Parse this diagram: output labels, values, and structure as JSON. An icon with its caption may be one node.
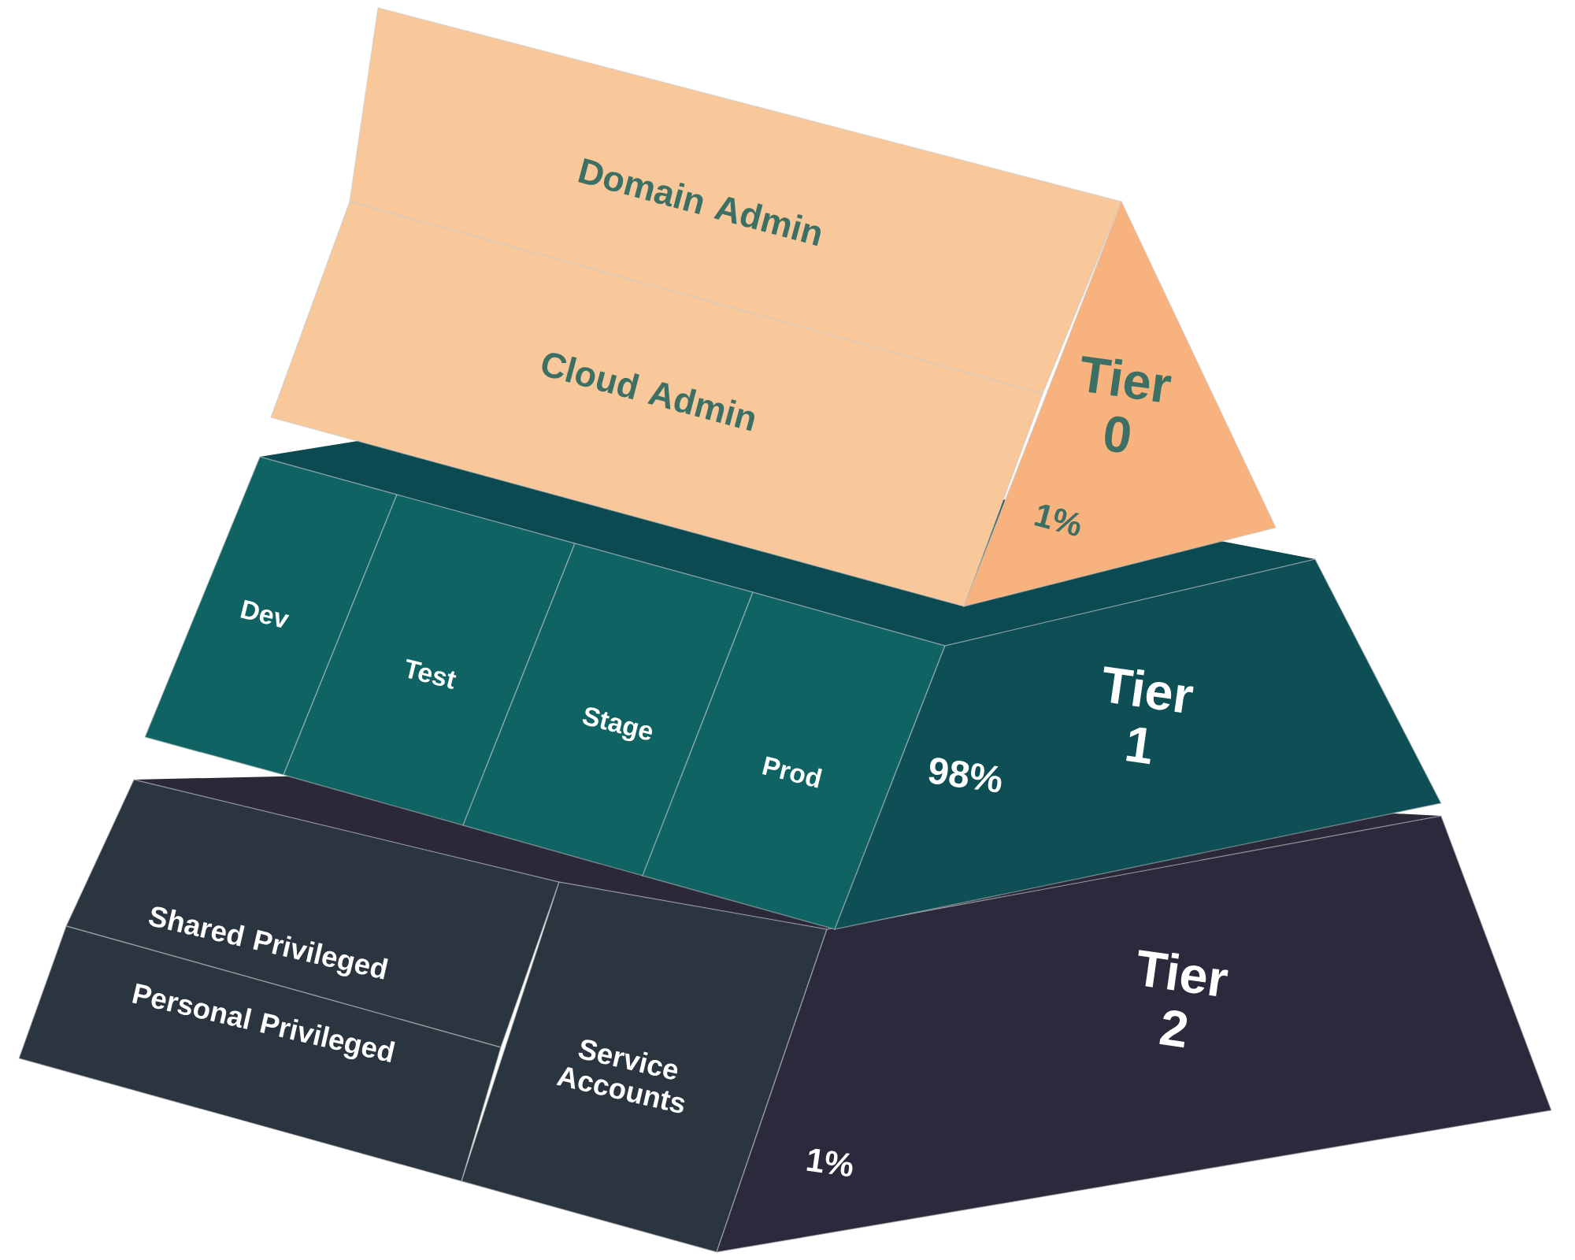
{
  "diagram": {
    "nodes": [
      {
        "text": [
          "Domain Admin"
        ]
      },
      {
        "text": [
          "Cloud Admin"
        ]
      },
      {
        "text": [
          "Tier 0",
          "1%"
        ]
      },
      {
        "text": [
          "Dev"
        ]
      },
      {
        "text": [
          "Test"
        ]
      },
      {
        "text": [
          "Stage"
        ]
      },
      {
        "text": [
          "Prod"
        ]
      },
      {
        "text": [
          "Tier 1",
          "98%"
        ]
      },
      {
        "text": [
          "Shared Privileged"
        ]
      },
      {
        "text": [
          "Personal Privileged"
        ]
      },
      {
        "text": [
          "Service Accounts"
        ]
      },
      {
        "text": [
          "Tier 2",
          "1%"
        ]
      }
    ]
  }
}
